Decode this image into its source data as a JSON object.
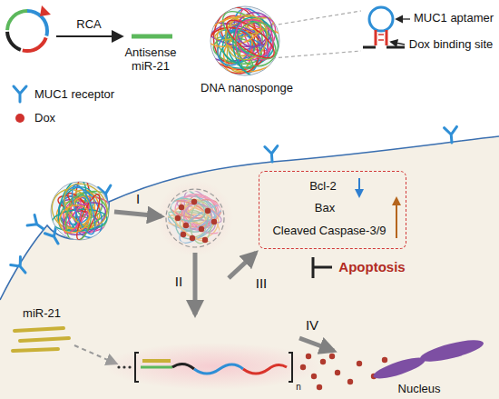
{
  "diagram": {
    "nodes": [
      {
        "text": [
          "Bcl-2",
          "Bax",
          "Cleaved Caspase-3/9"
        ]
      }
    ],
    "labels": [
      "RCA",
      "Antisense miR-21",
      "DNA nanosponge",
      "MUC1 aptamer",
      "Dox binding site",
      "I",
      "II",
      "III",
      "IV",
      "Apoptosis",
      "miR-21",
      "n",
      "Nucleus"
    ],
    "legend": [
      {
        "text": "MUC1 receptor"
      },
      {
        "text": "Dox",
        "color": "#d0312d"
      }
    ]
  }
}
